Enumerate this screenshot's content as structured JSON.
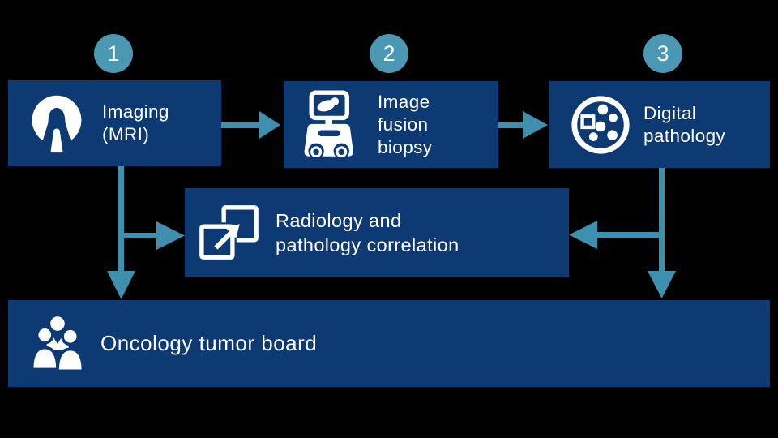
{
  "colors": {
    "background": "#000000",
    "box_navy": "#0d3a72",
    "circle_teal": "#4a98b4",
    "arrow_teal": "#3f90ae",
    "text": "#ffffff"
  },
  "steps": [
    {
      "number": "1",
      "icon": "mri-scanner-icon",
      "lines": [
        "Imaging",
        "(MRI)"
      ]
    },
    {
      "number": "2",
      "icon": "ultrasound-cart-icon",
      "lines": [
        "Image",
        "fusion",
        "biopsy"
      ]
    },
    {
      "number": "3",
      "icon": "petri-dish-icon",
      "lines": [
        "Digital",
        "pathology"
      ]
    }
  ],
  "correlation": {
    "icon": "overlapping-squares-arrow-icon",
    "lines": [
      "Radiology and",
      "pathology correlation"
    ]
  },
  "tumor_board": {
    "icon": "people-group-icon",
    "label": "Oncology tumor board"
  }
}
